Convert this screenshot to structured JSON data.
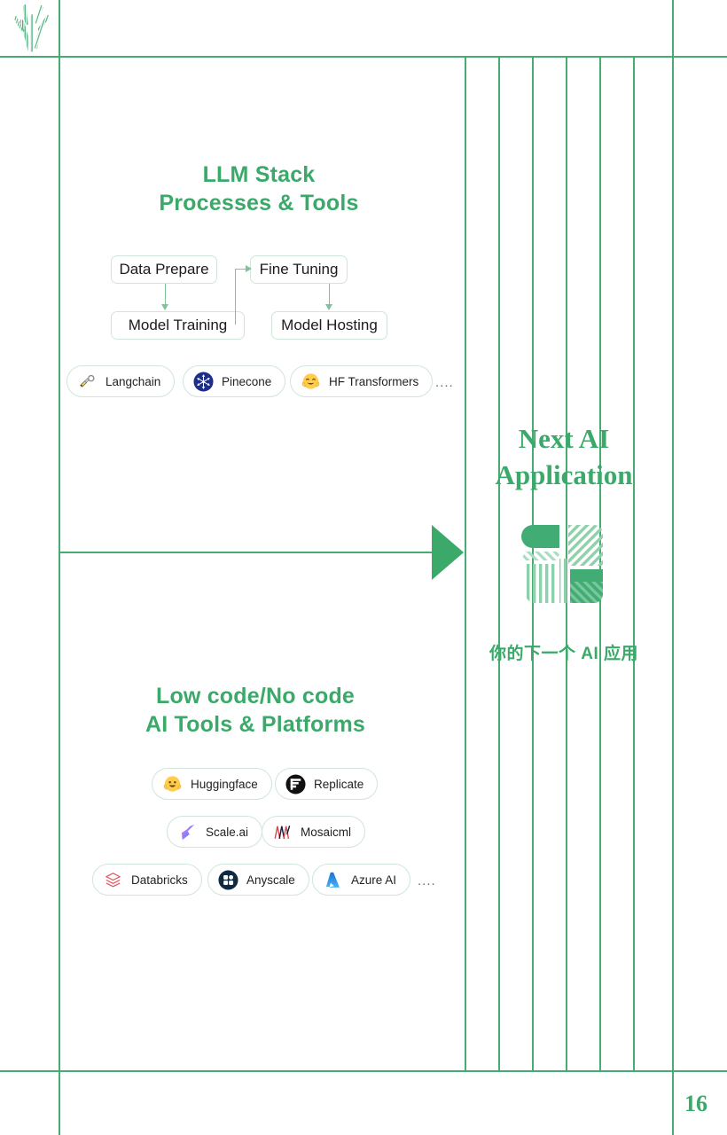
{
  "page": {
    "number": "16",
    "accent_color": "#3aa969",
    "rule_color": "#46ac72",
    "background": "#ffffff"
  },
  "brand": {
    "logo_name": "striped-sprout-logo"
  },
  "sections": {
    "llm_stack": {
      "title_line1": "LLM Stack",
      "title_line2": "Processes & Tools",
      "flow": {
        "boxes": [
          {
            "id": "data-prepare",
            "label": "Data Prepare"
          },
          {
            "id": "fine-tuning",
            "label": "Fine Tuning"
          },
          {
            "id": "model-training",
            "label": "Model Training"
          },
          {
            "id": "model-hosting",
            "label": "Model Hosting"
          }
        ],
        "edges": [
          {
            "from": "Data Prepare",
            "to": "Model Training"
          },
          {
            "from": "Model Training",
            "to": "Fine Tuning"
          },
          {
            "from": "Fine Tuning",
            "to": "Model Hosting"
          }
        ]
      },
      "tools": [
        {
          "label": "Langchain",
          "icon": "parrot-chain-icon"
        },
        {
          "label": "Pinecone",
          "icon": "pinecone-icon"
        },
        {
          "label": "HF Transformers",
          "icon": "hugging-face-icon"
        }
      ],
      "tools_more": "...."
    },
    "low_code": {
      "title_line1": "Low code/No code",
      "title_line2": "AI Tools & Platforms",
      "tools_row1": [
        {
          "label": "Huggingface",
          "icon": "hugging-face-icon"
        },
        {
          "label": "Replicate",
          "icon": "replicate-icon"
        }
      ],
      "tools_row2": [
        {
          "label": "Scale.ai",
          "icon": "scale-ai-icon"
        },
        {
          "label": "Mosaicml",
          "icon": "mosaicml-icon"
        }
      ],
      "tools_row3": [
        {
          "label": "Databricks",
          "icon": "databricks-icon"
        },
        {
          "label": "Anyscale",
          "icon": "anyscale-icon"
        },
        {
          "label": "Azure AI",
          "icon": "azure-icon"
        }
      ],
      "tools_more": "...."
    },
    "next_ai": {
      "title_line1": "Next AI",
      "title_line2": "Application",
      "subtitle_cn": "你的下一个 AI 应用",
      "logo_name": "striped-blocks-logo"
    }
  }
}
